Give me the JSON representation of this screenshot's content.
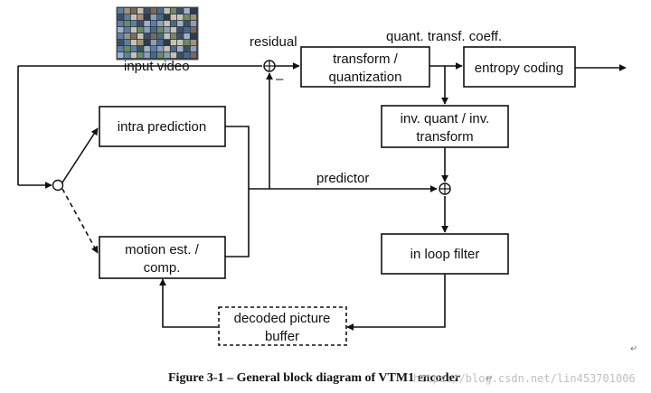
{
  "labels": {
    "input_video": "input video",
    "residual": "residual",
    "minus": "–",
    "quant_coeff": "quant. transf. coeff.",
    "predictor": "predictor"
  },
  "blocks": {
    "transform_line1": "transform /",
    "transform_line2": "quantization",
    "entropy": "entropy coding",
    "invquant_line1": "inv. quant / inv.",
    "invquant_line2": "transform",
    "intra": "intra prediction",
    "motion_line1": "motion est. /",
    "motion_line2": "comp.",
    "loopfilter": "in loop filter",
    "dpb_line1": "decoded picture",
    "dpb_line2": "buffer"
  },
  "caption": "Figure 3-1 – General block diagram of VTM1 encoder",
  "caption_mark": "↵",
  "corner_mark": "↵",
  "watermark": "https://blog.csdn.net/lin453701006",
  "icons": {
    "thumbnail": "video-frames-thumbnail-icon",
    "adders": "summing-junction-icon",
    "switch": "mode-switch-icon"
  }
}
